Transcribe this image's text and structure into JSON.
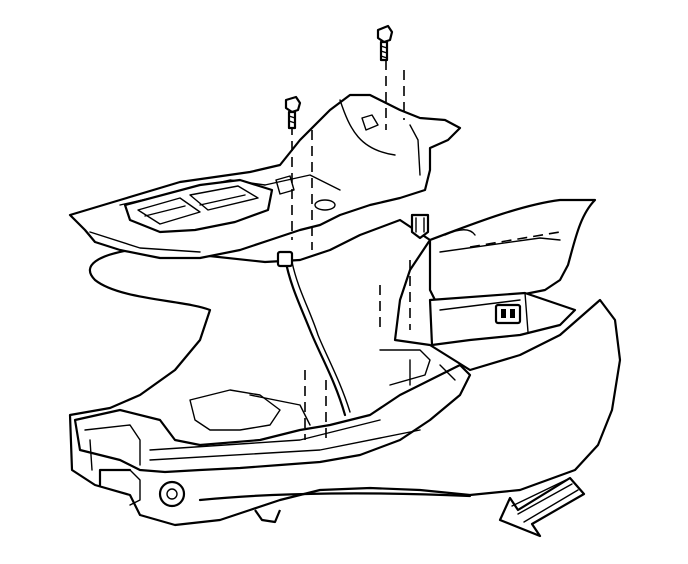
{
  "diagram": {
    "parts": [
      {
        "id": "bolt-upper",
        "kind": "fastener"
      },
      {
        "id": "bolt-left",
        "kind": "fastener"
      },
      {
        "id": "clip-right",
        "kind": "fastener"
      },
      {
        "id": "console-upper-trim",
        "kind": "panel"
      },
      {
        "id": "cup-holder",
        "kind": "panel"
      },
      {
        "id": "console-base",
        "kind": "panel"
      },
      {
        "id": "storage-compartment",
        "kind": "panel"
      },
      {
        "id": "wiring-harness",
        "kind": "wire"
      },
      {
        "id": "switch",
        "kind": "component"
      }
    ],
    "arrow_direction": "front-of-vehicle",
    "colors": {
      "line": "#000000",
      "background": "#ffffff"
    }
  }
}
